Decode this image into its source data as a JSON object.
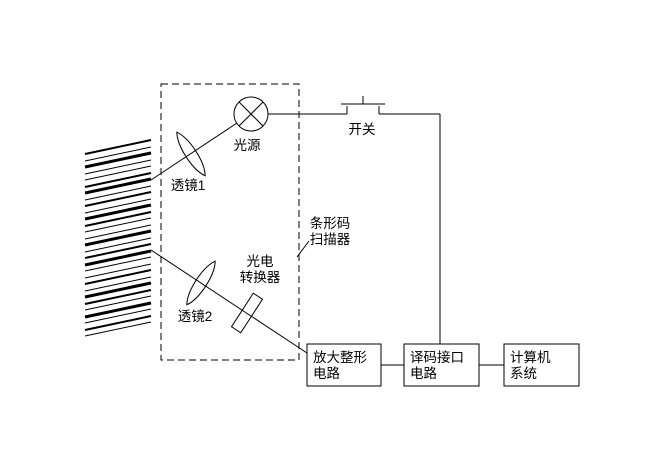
{
  "diagram": {
    "scanner_label": {
      "line1": "条形码",
      "line2": "扫描器"
    },
    "light_source_label": "光源",
    "lens1_label": "透镜1",
    "lens2_label": "透镜2",
    "converter_label": {
      "line1": "光电",
      "line2": "转换器"
    },
    "switch_label": "开关",
    "amplifier_box": {
      "line1": "放大整形",
      "line2": "电路"
    },
    "decoder_box": {
      "line1": "译码接口",
      "line2": "电路"
    },
    "computer_box": {
      "line1": "计算机",
      "line2": "系统"
    },
    "colors": {
      "ink": "#000000",
      "background": "#ffffff"
    }
  }
}
